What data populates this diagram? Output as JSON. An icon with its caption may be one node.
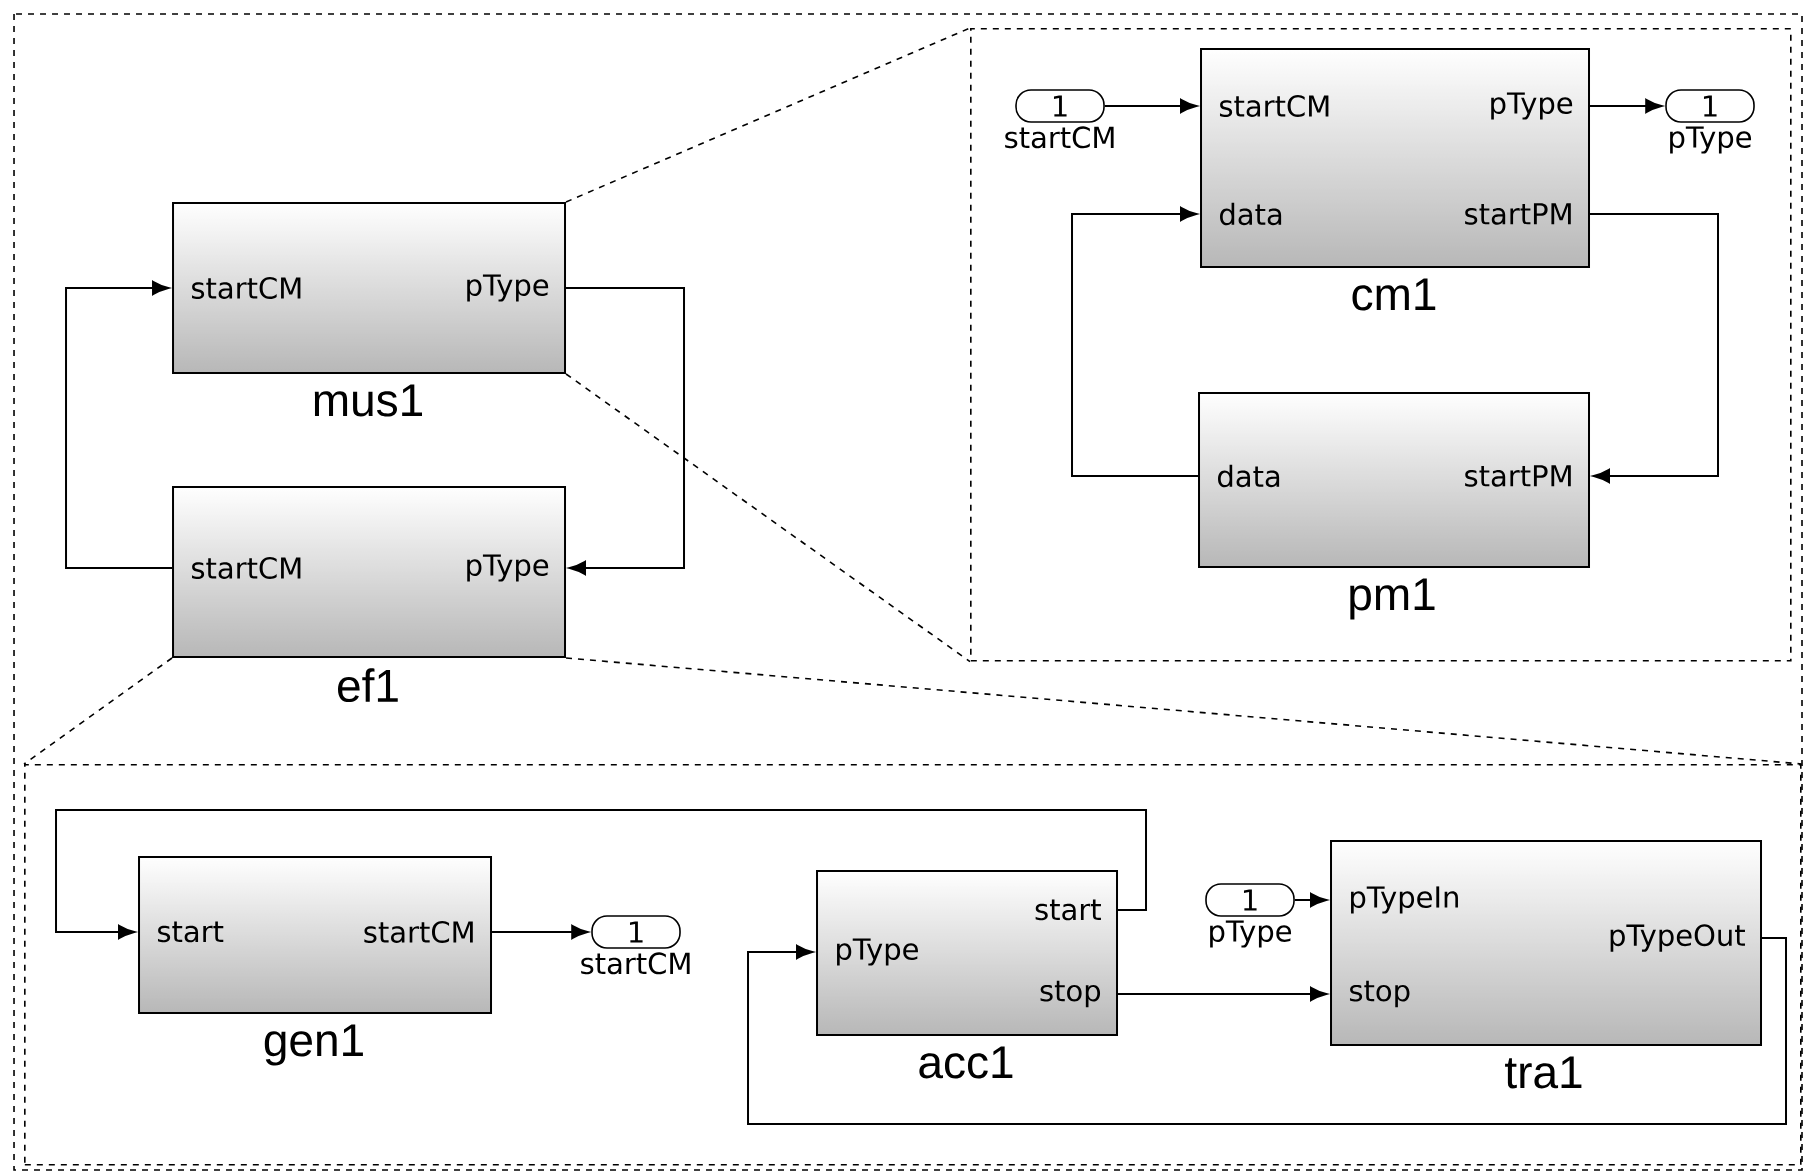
{
  "diagram": {
    "nodes": [
      {
        "text": [
          "startCM",
          "pType",
          "mus1"
        ]
      },
      {
        "text": [
          "startCM",
          "pType",
          "ef1"
        ]
      },
      {
        "text": [],
        "shape": "box"
      },
      {
        "text": [
          "1"
        ],
        "beside": [
          "startCM"
        ],
        "in": 2
      },
      {
        "text": [
          "startCM",
          "pType",
          "data",
          "startPM",
          "cm1"
        ],
        "in": 2
      },
      {
        "text": [
          "1"
        ],
        "beside": [
          "pType"
        ],
        "in": 2
      },
      {
        "text": [
          "data",
          "startPM",
          "pm1"
        ],
        "in": 2
      },
      {
        "text": [],
        "shape": "box"
      },
      {
        "text": [
          "start",
          "startCM",
          "gen1"
        ],
        "in": 7
      },
      {
        "text": [
          "1"
        ],
        "beside": [
          "startCM"
        ],
        "in": 7
      },
      {
        "text": [
          "pType",
          "start",
          "stop",
          "acc1"
        ],
        "in": 7
      },
      {
        "text": [
          "1"
        ],
        "beside": [
          "pType"
        ],
        "in": 7
      },
      {
        "text": [
          "pTypeIn",
          "pTypeOut",
          "stop",
          "tra1"
        ],
        "in": 7
      }
    ],
    "edges": [
      {
        "from": 1,
        "to": 0,
        "arrow": "to"
      },
      {
        "from": 0,
        "to": 1,
        "arrow": "to"
      },
      {
        "from": 3,
        "to": 4,
        "arrow": "to"
      },
      {
        "from": 4,
        "to": 5,
        "arrow": "to"
      },
      {
        "from": 4,
        "to": 6,
        "arrow": "to"
      },
      {
        "from": 6,
        "to": 4,
        "arrow": "to"
      },
      {
        "from": 10,
        "to": 8,
        "arrow": "to"
      },
      {
        "from": 8,
        "to": 9,
        "arrow": "to"
      },
      {
        "from": 10,
        "to": 12,
        "arrow": "to"
      },
      {
        "from": 11,
        "to": 12,
        "arrow": "to"
      },
      {
        "from": 12,
        "to": 10,
        "arrow": "to"
      },
      {
        "from": 0,
        "to": 2,
        "arrow": "none",
        "style": "dashed"
      },
      {
        "from": 0,
        "to": 2,
        "arrow": "none",
        "style": "dashed"
      },
      {
        "from": 1,
        "to": 7,
        "arrow": "none",
        "style": "dashed"
      },
      {
        "from": 1,
        "to": 7,
        "arrow": "none",
        "style": "dashed"
      }
    ]
  }
}
